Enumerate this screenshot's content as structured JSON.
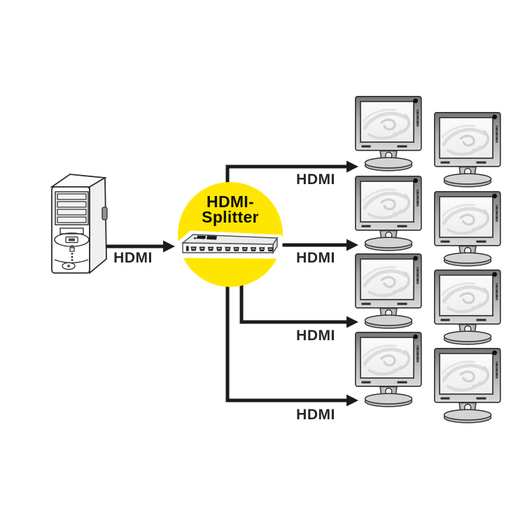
{
  "diagram": {
    "title_concept": "HDMI splitter distribution diagram",
    "hub_label": {
      "line1": "HDMI-",
      "line2": "Splitter"
    },
    "cable_labels": {
      "pc": "HDMI",
      "out1": "HDMI",
      "out2": "HDMI",
      "out3": "HDMI",
      "out4": "HDMI"
    },
    "icons": {
      "source": "computer-tower-icon",
      "hub": "hdmi-splitter-device-icon",
      "display": "monitor-icon",
      "display_count": 8
    },
    "colors": {
      "hub_circle": "#ffe600",
      "cable": "#1b1b1b",
      "label_text": "#262626",
      "hub_text": "#0f0f0f",
      "background": "#ffffff"
    }
  }
}
